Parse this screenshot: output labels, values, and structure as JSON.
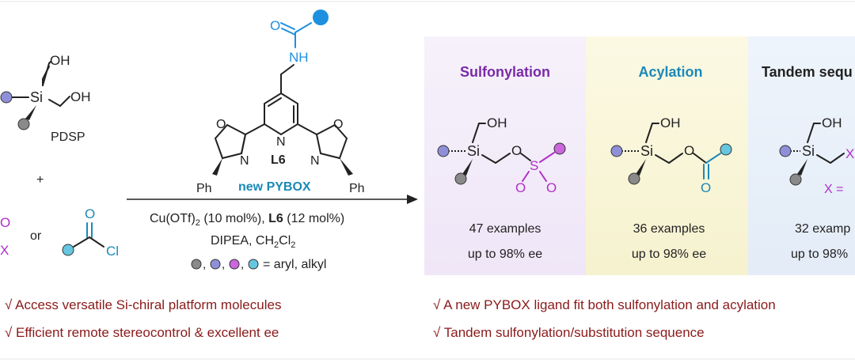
{
  "colors": {
    "grey": "#8a8a8a",
    "blue": "#8f8fd9",
    "purple": "#cc66dd",
    "cyan": "#66c6df",
    "ligand_blue": "#1e90e0",
    "red": "#8b1a1a",
    "sulfonylation": "#7a2aa8",
    "acylation": "#1b89b8"
  },
  "left": {
    "oh1": "OH",
    "oh2": "OH",
    "si": "Si",
    "pdsp": "PDSP",
    "plus": "+",
    "or": "or",
    "cl": "Cl",
    "o_carbonyl": "O",
    "x_partial": "X",
    "o_partial": "O"
  },
  "ligand": {
    "o_amide": "O",
    "nh": "NH",
    "n_pyridine": "N",
    "o_left": "O",
    "o_right": "O",
    "n_left": "N",
    "n_right": "N",
    "ph_left": "Ph",
    "ph_right": "Ph",
    "label": "L6",
    "name": "new PYBOX"
  },
  "conditions": {
    "line1_a": "Cu(OTf)",
    "line1_sub": "2",
    "line1_b": " (10 mol%), ",
    "line1_bold": "L6",
    "line1_c": " (12 mol%)",
    "line2_a": "DIPEA, CH",
    "line2_sub1": "2",
    "line2_b": "Cl",
    "line2_sub2": "2",
    "line3": "= aryl, alkyl"
  },
  "panels": [
    {
      "title": "Sulfonylation",
      "examples": "47 examples",
      "ee": "up to 98% ee"
    },
    {
      "title": "Acylation",
      "examples": "36 examples",
      "ee": "up to 98% ee"
    },
    {
      "title": "Tandem sequ",
      "examples": "32 examp",
      "ee": "up to 98%"
    }
  ],
  "products": {
    "oh": "OH",
    "si": "Si",
    "o": "O",
    "s": "S",
    "x": "X",
    "x_eq": "X = "
  },
  "bullets_left": [
    "√  Access versatile Si-chiral platform molecules",
    "√  Efficient remote stereocontrol & excellent ee"
  ],
  "bullets_right": [
    "√  A new PYBOX ligand fit both sulfonylation and acylation",
    "√  Tandem sulfonylation/substitution sequence"
  ]
}
